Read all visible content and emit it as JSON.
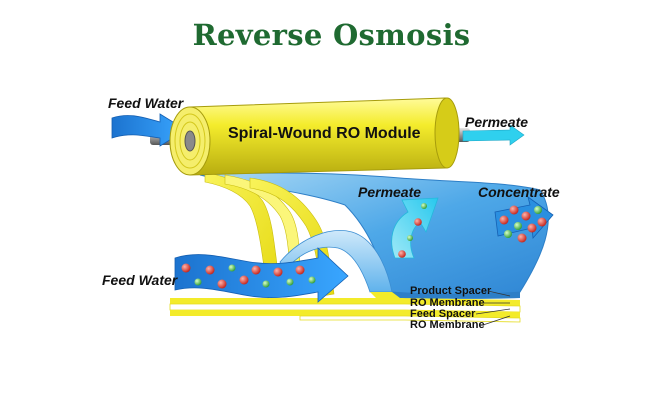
{
  "title": "Reverse Osmosis",
  "labels": {
    "feed_water_top": "Feed Water",
    "module": "Spiral-Wound RO Module",
    "permeate_top": "Permeate",
    "permeate_mid": "Permeate",
    "concentrate": "Concentrate",
    "feed_water_bottom": "Feed Water",
    "product_spacer": "Product Spacer",
    "ro_membrane_1": "RO Membrane",
    "feed_spacer": "Feed Spacer",
    "ro_membrane_2": "RO Membrane"
  },
  "colors": {
    "title": "#1f6a31",
    "module_yellow": "#f2ea2a",
    "sheet_blue": "#4aa6e6",
    "arrow_blue": "#2a8fe0",
    "permeate_cyan": "#3fd6f0",
    "particle_red": "#d8332b",
    "particle_green": "#3fb24a"
  }
}
